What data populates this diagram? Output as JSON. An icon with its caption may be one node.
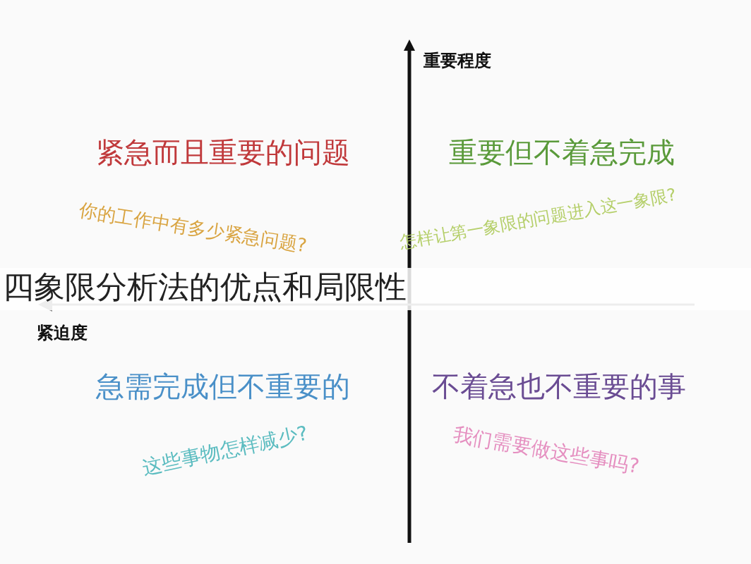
{
  "diagram": {
    "title": "四象限分析法的优点和局限性",
    "labels": [
      "重要程度",
      "紧急而且重要的问题",
      "重要但不着急完成",
      "你的工作中有多少紧急问题?",
      "怎样让第一象限的问题进入这一象限?",
      "紧迫度",
      "急需完成但不重要的",
      "不着急也不重要的事",
      "这些事物怎样减少?",
      "我们需要做这些事吗?"
    ]
  }
}
